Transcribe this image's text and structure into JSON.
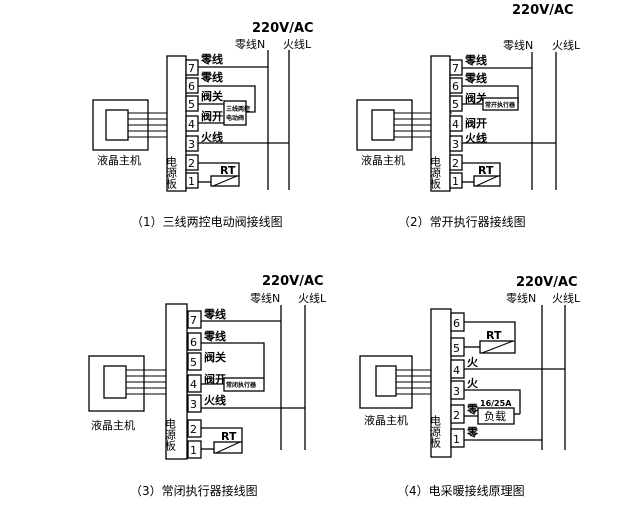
{
  "supply_voltage": "220V/AC",
  "neutral_label": "零线N",
  "live_label": "火线L",
  "host_label": "液晶主机",
  "power_board_label": "电源板",
  "rt_label": "RT",
  "terminal_numbers": [
    "1",
    "2",
    "3",
    "4",
    "5",
    "6",
    "7"
  ],
  "d1": {
    "caption": "（1）三线两控电动阀接线图",
    "t7": "零线",
    "t6": "零线",
    "t5": "阀关",
    "t4": "阀开",
    "t3": "火线",
    "device_line1": "三线两控",
    "device_line2": "电动阀"
  },
  "d2": {
    "caption": "（2）常开执行器接线图",
    "t7": "零线",
    "t6": "零线",
    "t5": "阀关",
    "t4": "阀开",
    "t3": "火线",
    "device": "常开执行器"
  },
  "d3": {
    "caption": "（3）常闭执行器接线图",
    "t7": "零线",
    "t6": "零线",
    "t5": "阀关",
    "t4": "阀开",
    "t3": "火线",
    "device": "常闭执行器"
  },
  "d4": {
    "caption": "（4）电采暖接线原理图",
    "t4": "火",
    "t3": "火",
    "t2": "零",
    "t1": "零",
    "load_rating": "16/25A",
    "load_label": "负载"
  }
}
